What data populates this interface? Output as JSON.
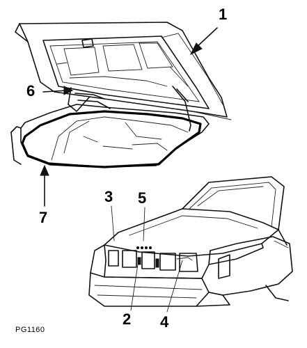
{
  "diagram": {
    "callouts": [
      {
        "id": "1",
        "label": "1"
      },
      {
        "id": "2",
        "label": "2"
      },
      {
        "id": "3",
        "label": "3"
      },
      {
        "id": "4",
        "label": "4"
      },
      {
        "id": "5",
        "label": "5"
      },
      {
        "id": "6",
        "label": "6"
      },
      {
        "id": "7",
        "label": "7"
      }
    ],
    "figure_code": "PG1160"
  }
}
